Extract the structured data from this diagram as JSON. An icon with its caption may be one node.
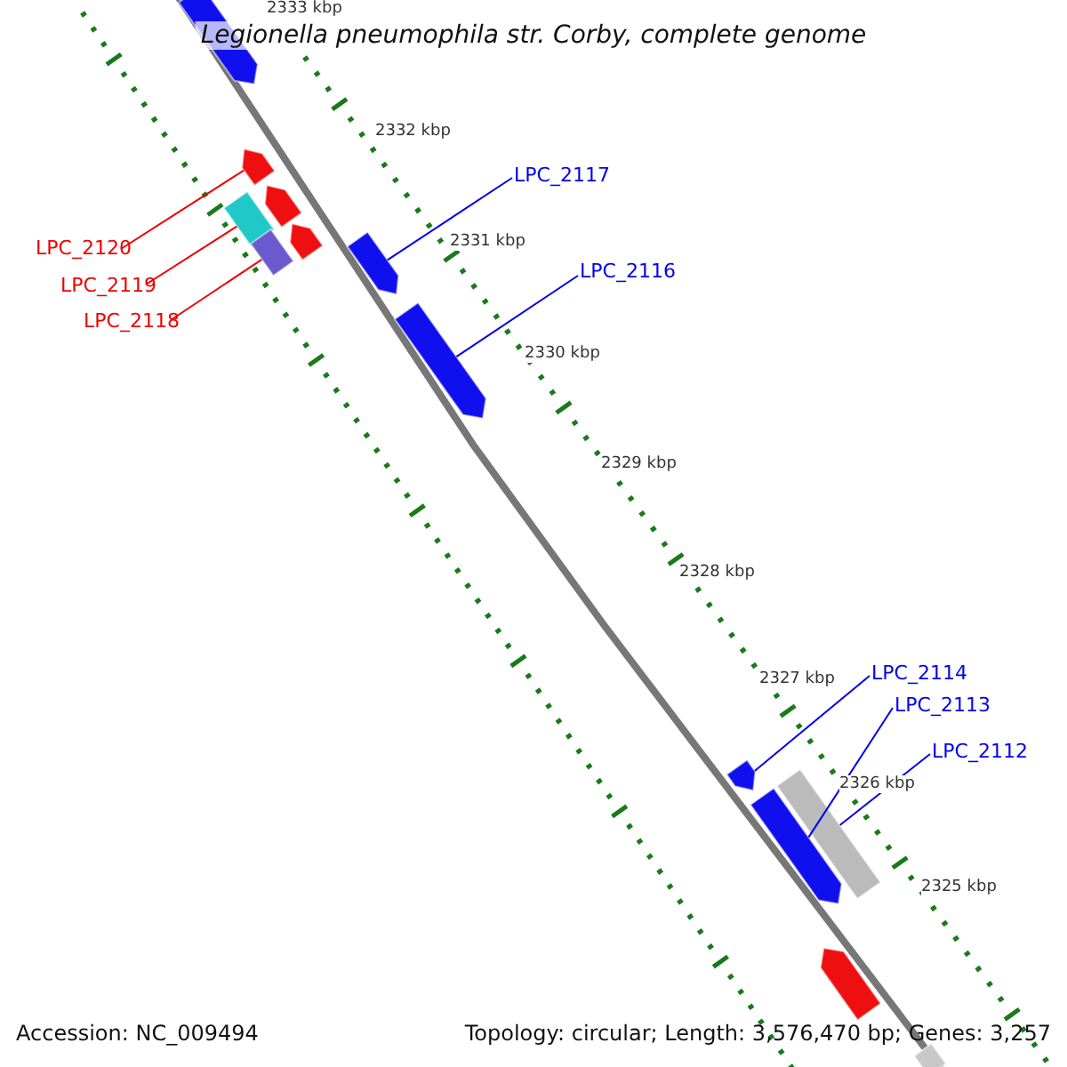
{
  "diagram": {
    "title": "Legionella pneumophila str. Corby, complete genome",
    "nodes": [
      {
        "text": [
          "LPC_2117"
        ]
      },
      {
        "text": [
          "LPC_2120"
        ]
      },
      {
        "text": [
          "LPC_2116"
        ]
      },
      {
        "text": [
          "LPC_2119"
        ]
      },
      {
        "text": [
          "LPC_2118"
        ]
      },
      {
        "text": [
          "LPC_2114"
        ]
      },
      {
        "text": [
          "LPC_2113"
        ]
      },
      {
        "text": [
          "LPC_2112"
        ]
      },
      {
        "text": [],
        "shape": "arrow"
      },
      {
        "text": [],
        "shape": "arrow"
      },
      {
        "text": [],
        "shape": "arrow"
      },
      {
        "text": [],
        "shape": "box"
      },
      {
        "text": [],
        "shape": "arrow"
      },
      {
        "text": [],
        "shape": "box"
      },
      {
        "text": [],
        "shape": "arrow"
      },
      {
        "text": [],
        "shape": "arrow"
      },
      {
        "text": [],
        "shape": "arrow"
      },
      {
        "text": [],
        "shape": "box"
      },
      {
        "text": [],
        "shape": "arrow"
      },
      {
        "text": [],
        "shape": "arrow"
      },
      {
        "text": [],
        "shape": "box"
      }
    ],
    "edges": [
      {
        "from": 0,
        "to": 14,
        "arrow": "none"
      },
      {
        "from": 1,
        "to": 9,
        "arrow": "none",
        "color": "#ee0000"
      },
      {
        "from": 2,
        "to": 15,
        "arrow": "none"
      },
      {
        "from": 3,
        "to": 11,
        "arrow": "none",
        "color": "#ee0000"
      },
      {
        "from": 4,
        "to": 13,
        "arrow": "none",
        "color": "#ee0000"
      },
      {
        "from": 5,
        "to": 16,
        "arrow": "none"
      },
      {
        "from": 6,
        "to": 18,
        "arrow": "none"
      },
      {
        "from": 7,
        "to": 17,
        "arrow": "none"
      }
    ],
    "labels": [
      "2333 kbp",
      "2332 kbp",
      "2331 kbp",
      "2330 kbp",
      "2329 kbp",
      "2328 kbp",
      "2327 kbp",
      "2326 kbp",
      "2325 kbp",
      "Accession: NC_009494",
      "Topology: circular; Length: 3,576,470 bp; Genes: 3,257"
    ]
  }
}
